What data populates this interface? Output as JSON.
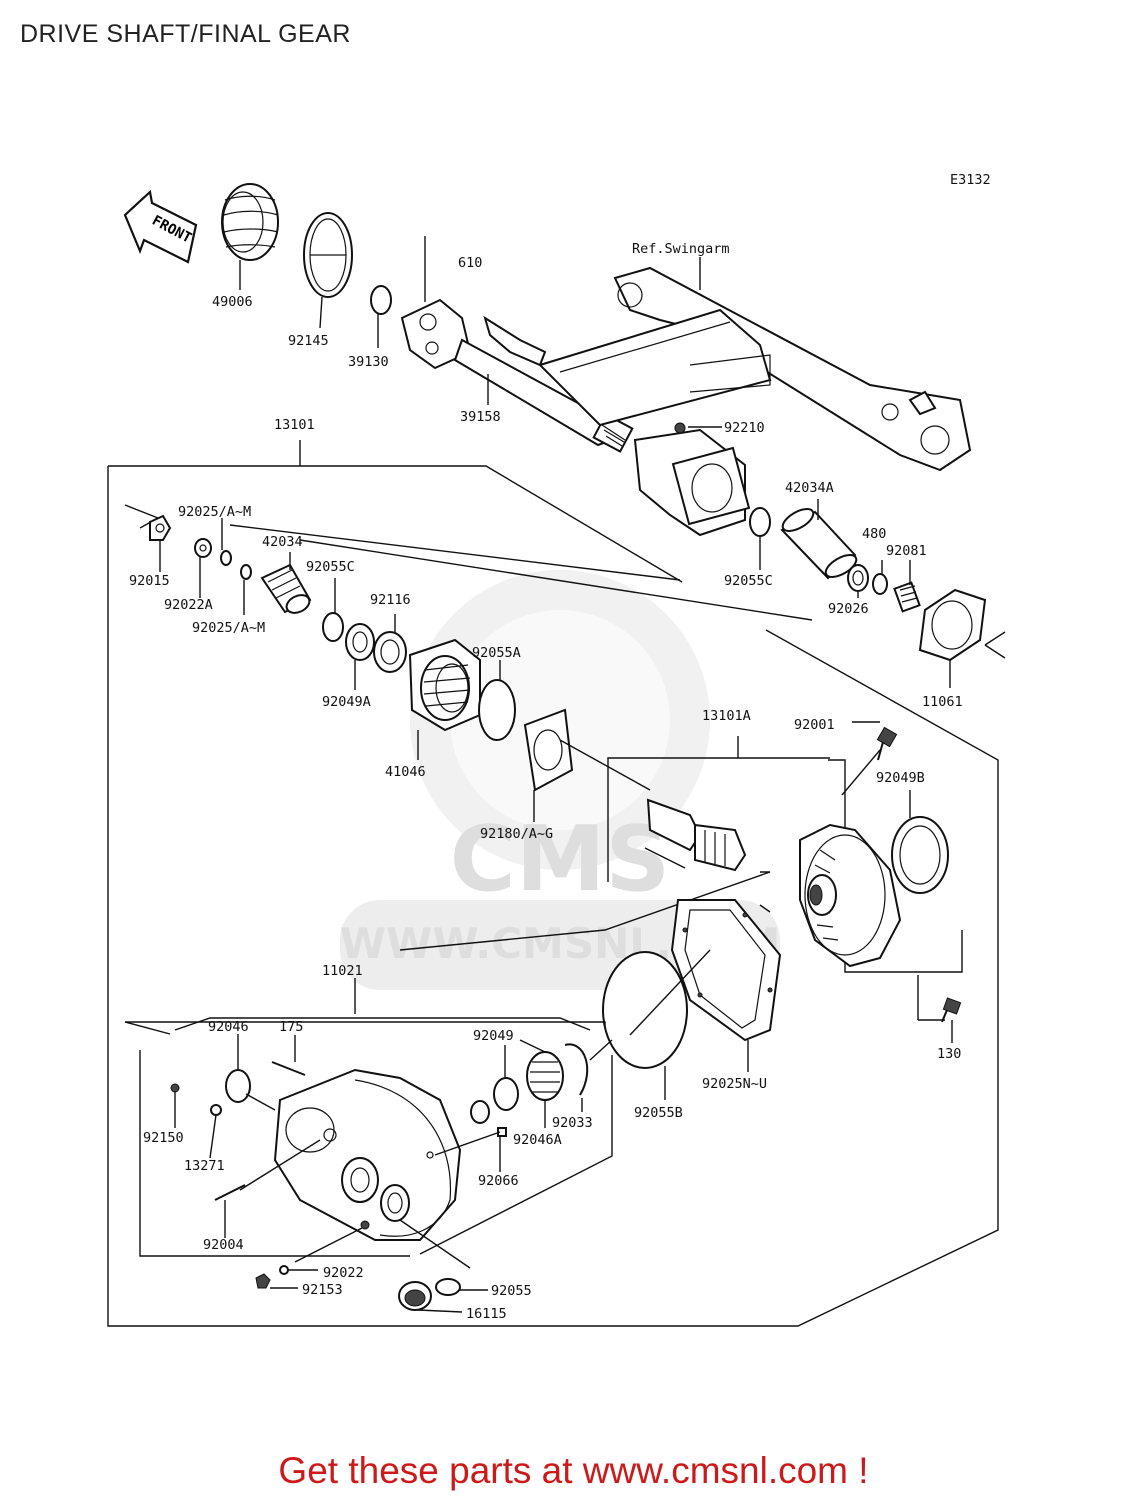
{
  "title": "DRIVE SHAFT/FINAL GEAR",
  "diagram_code": "E3132",
  "front_label": "FRONT",
  "ref_label": "Ref.Swingarm",
  "watermark": {
    "logo_text": "CMS",
    "url_text": "WWW.CMSNL.COM"
  },
  "parts": {
    "p49006": "49006",
    "p92145": "92145",
    "p610": "610",
    "p39130": "39130",
    "p39158": "39158",
    "p92210": "92210",
    "p13101": "13101",
    "p42034A": "42034A",
    "p92025AM_1": "92025/A~M",
    "p42034": "42034",
    "p92055C_1": "92055C",
    "p92015": "92015",
    "p92022A": "92022A",
    "p92025AM_2": "92025/A~M",
    "p92116": "92116",
    "p92049A": "92049A",
    "p92055A": "92055A",
    "p41046": "41046",
    "p92055C_2": "92055C",
    "p480": "480",
    "p92081": "92081",
    "p92026": "92026",
    "p11061": "11061",
    "p13101A": "13101A",
    "p92001": "92001",
    "p92049B": "92049B",
    "p92180AG": "92180/A~G",
    "p11021": "11021",
    "p92046": "92046",
    "p175": "175",
    "p92049": "92049",
    "p92150": "92150",
    "p13271": "13271",
    "p92033": "92033",
    "p92046A": "92046A",
    "p92066": "92066",
    "p92055B": "92055B",
    "p92025NU": "92025N~U",
    "p130": "130",
    "p92004": "92004",
    "p92022": "92022",
    "p92153": "92153",
    "p92055": "92055",
    "p16115": "16115"
  },
  "footer": "Get these parts at www.cmsnl.com !"
}
